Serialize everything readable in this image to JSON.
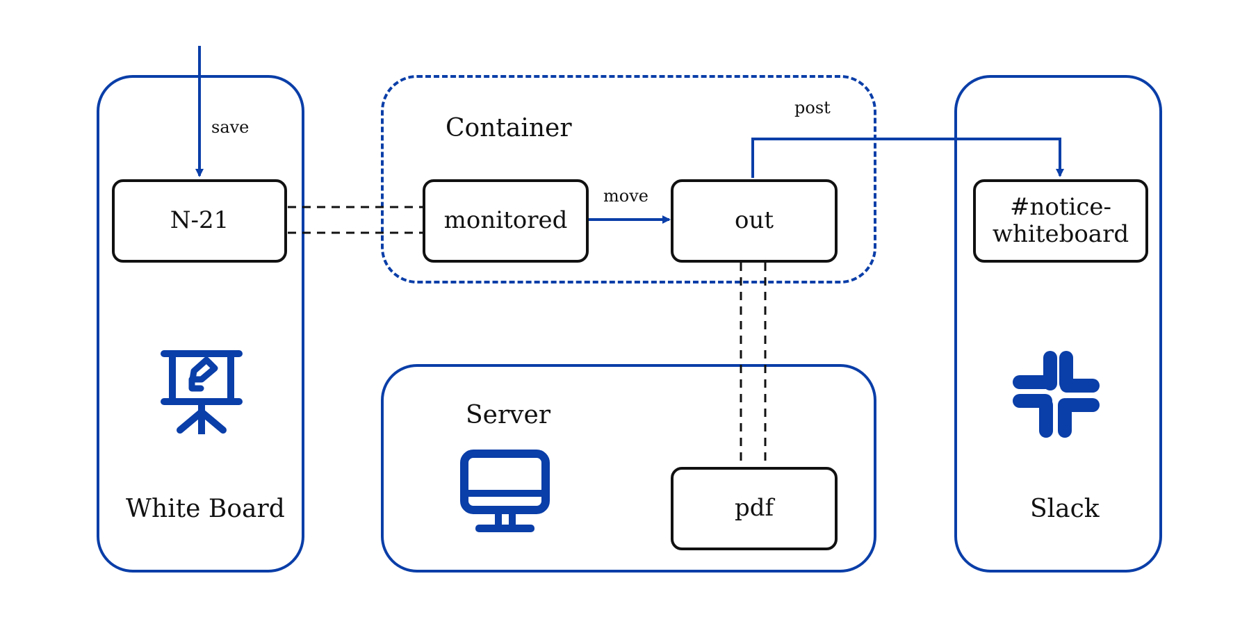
{
  "colors": {
    "accent": "#0a3ea8",
    "node_border": "#111111",
    "text": "#111111",
    "background": "#ffffff"
  },
  "panels": {
    "whiteboard": {
      "label": "White Board",
      "icon": "presentation-board-icon"
    },
    "container": {
      "label": "Container",
      "style": "dashed"
    },
    "server": {
      "label": "Server",
      "icon": "desktop-computer-icon"
    },
    "slack": {
      "label": "Slack",
      "icon": "slack-logo-icon"
    }
  },
  "nodes": {
    "n21": "N-21",
    "monitored": "monitored",
    "out": "out",
    "pdf": "pdf",
    "channel_line1": "#notice-",
    "channel_line2": "whiteboard"
  },
  "edges": {
    "save": "save",
    "move": "move",
    "post": "post"
  }
}
